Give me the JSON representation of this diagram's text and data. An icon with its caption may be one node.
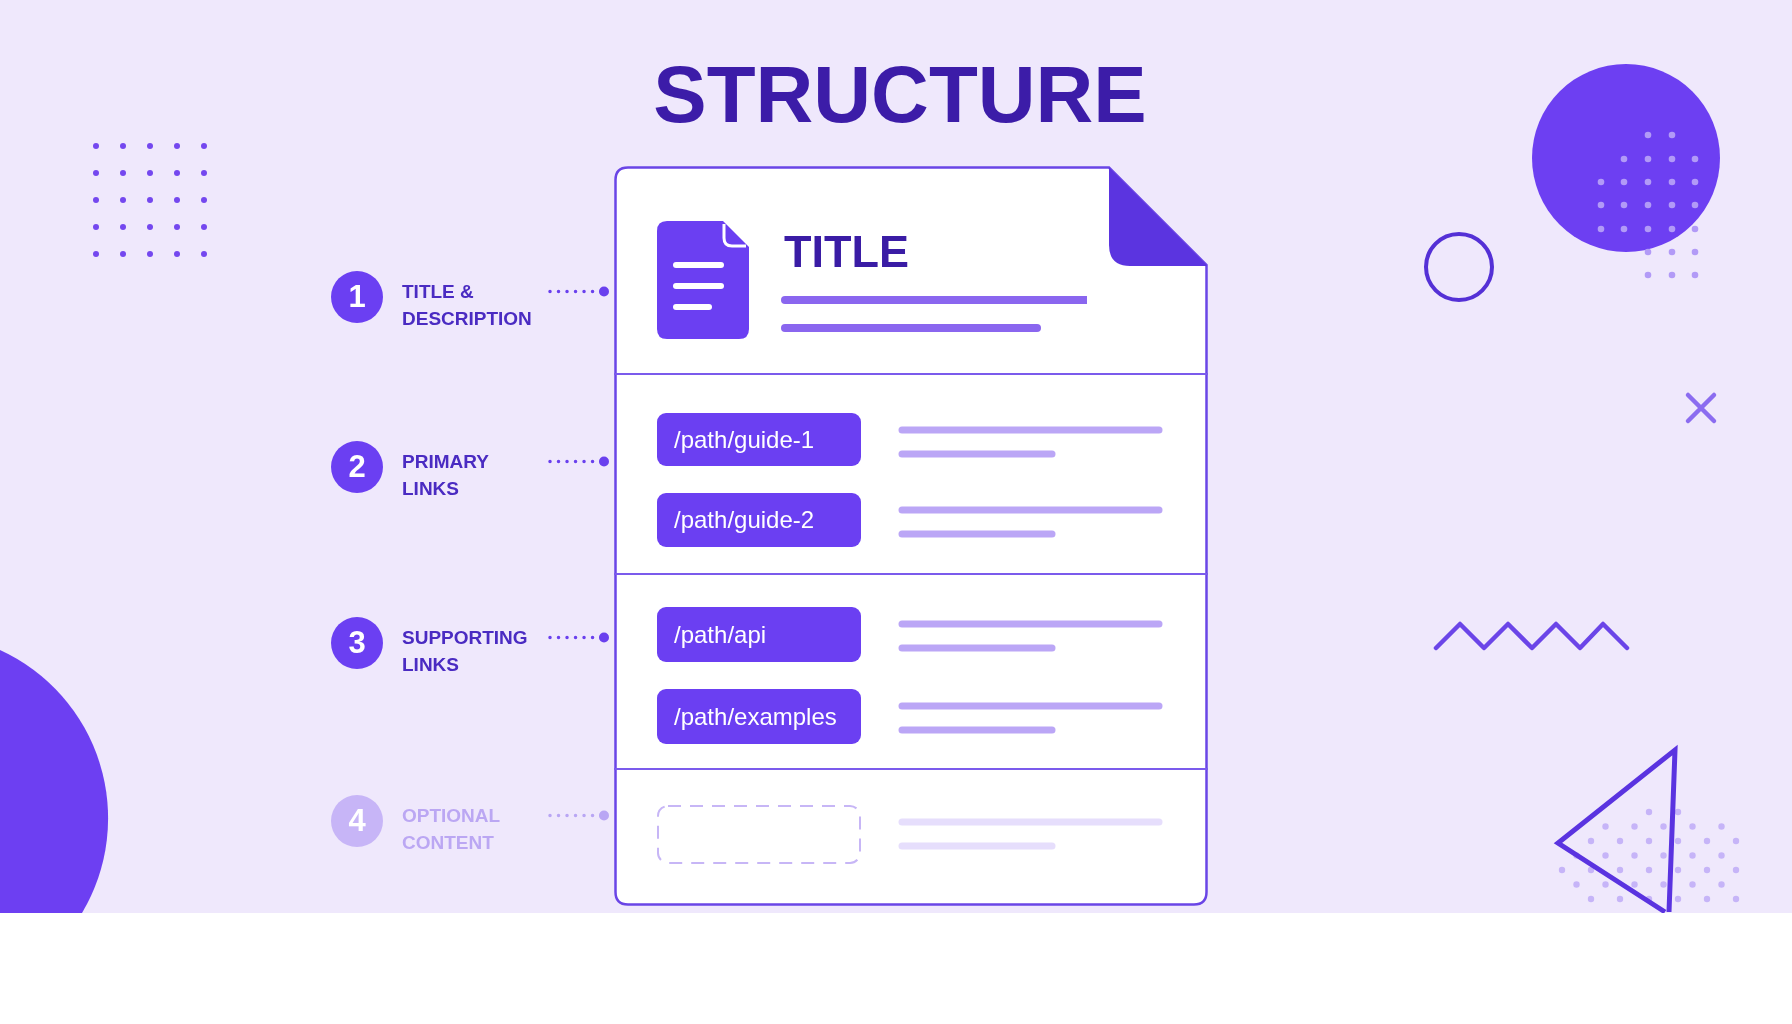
{
  "diagram": {
    "title": "STRUCTURE",
    "nodes": [
      {
        "text": [],
        "shape": "box"
      },
      {
        "text": [
          "TITLE"
        ],
        "in": 0
      },
      {
        "text": [],
        "shape": "box",
        "in": 0
      },
      {
        "text": [
          "/path/guide-1"
        ],
        "in": 2
      },
      {
        "text": [
          "/path/guide-2"
        ],
        "in": 2
      },
      {
        "text": [],
        "shape": "box",
        "in": 0
      },
      {
        "text": [
          "/path/api"
        ],
        "in": 5
      },
      {
        "text": [
          "/path/examples"
        ],
        "in": 5
      },
      {
        "text": [],
        "shape": "box",
        "in": 0
      },
      {
        "text": [],
        "shape": "box",
        "in": 8
      },
      {
        "text": [
          "1",
          "TITLE & DESCRIPTION"
        ]
      },
      {
        "text": [
          "2",
          "PRIMARY LINKS"
        ]
      },
      {
        "text": [
          "3",
          "SUPPORTING LINKS"
        ]
      },
      {
        "text": [
          "4",
          "OPTIONAL CONTENT"
        ]
      }
    ],
    "edges": [
      {
        "from": 10,
        "to": 1,
        "arrow": "other",
        "style": "dashed"
      },
      {
        "from": 11,
        "to": 2,
        "arrow": "other",
        "style": "dashed"
      },
      {
        "from": 12,
        "to": 5,
        "arrow": "other",
        "style": "dashed"
      },
      {
        "from": 13,
        "to": 8,
        "arrow": "other",
        "style": "dashed",
        "color": "#b9a6f4"
      }
    ]
  }
}
